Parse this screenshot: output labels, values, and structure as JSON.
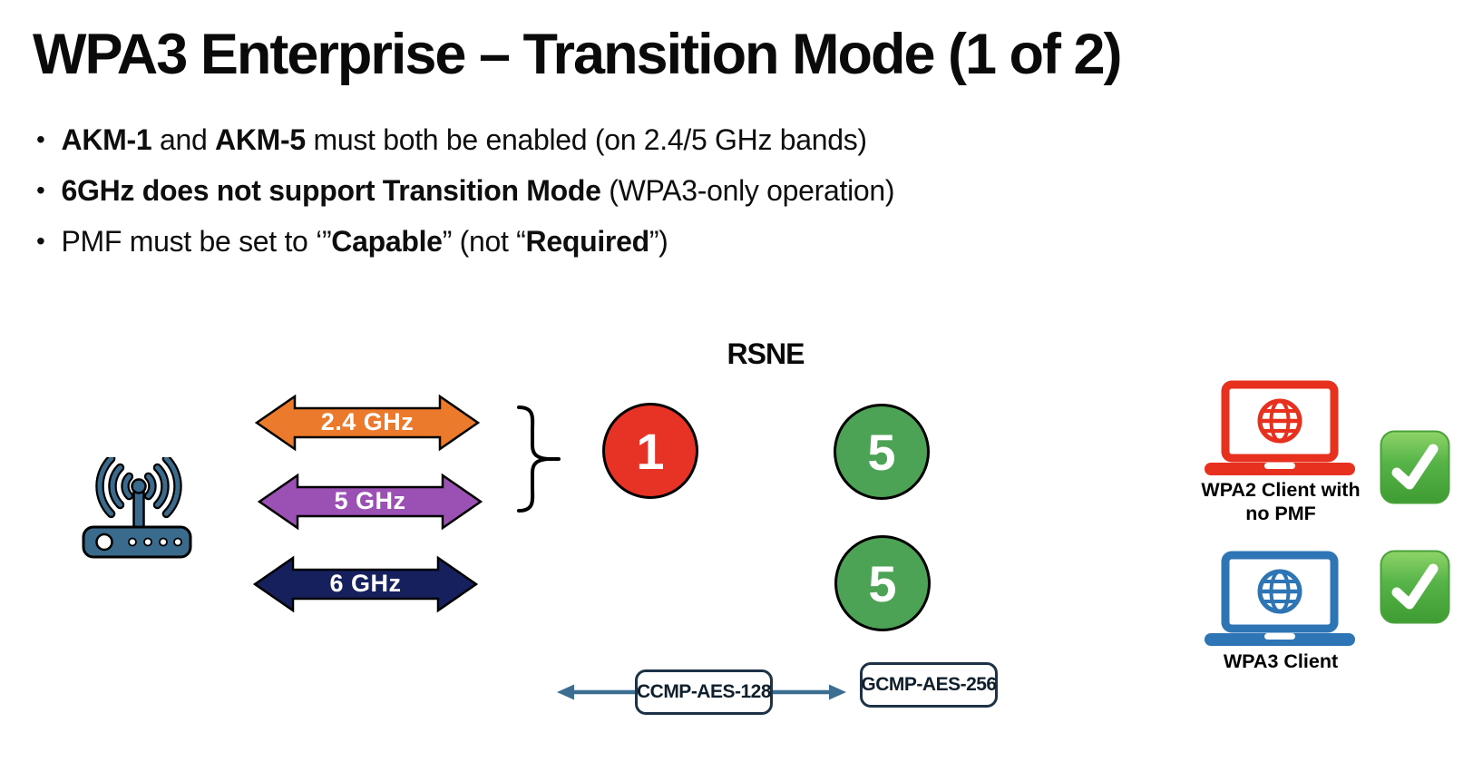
{
  "colors": {
    "steel": "#3A6B8C",
    "arrow_steel": "#3C6E91",
    "red": "#E63325",
    "green": "#4CA356",
    "box_border": "#1D3247",
    "wpa2_client": "#E8301F",
    "wpa3_client": "#2E75B6",
    "check_green": "#47A238"
  },
  "slide": {
    "title": "WPA3 Enterprise – Transition Mode (1 of 2)",
    "bullets": [
      {
        "segments": [
          {
            "t": "AKM-1"
          },
          {
            "t": " and "
          },
          {
            "t": "AKM-5"
          },
          {
            "t": " must both be enabled (on 2.4/5 GHz bands)"
          }
        ]
      },
      {
        "segments": [
          {
            "t": "6GHz does not support Transition Mode"
          },
          {
            "t": " (WPA3-only operation)"
          }
        ]
      },
      {
        "segments": [
          {
            "t": "PMF must be set to ‘”"
          },
          {
            "t": "Capable"
          },
          {
            "t": "” (not “"
          },
          {
            "t": "Required"
          },
          {
            "t": "”)"
          }
        ]
      }
    ]
  },
  "diagram": {
    "rsne_label": "RSNE",
    "bands": [
      {
        "label": "2.4 GHz",
        "color": "#EC7A2D"
      },
      {
        "label": "5 GHz",
        "color": "#9B51B3"
      },
      {
        "label": "6 GHz",
        "color": "#16205C"
      }
    ],
    "rsne": [
      {
        "value": "1",
        "color_name": "red"
      },
      {
        "value": "5",
        "color_name": "green"
      },
      {
        "value": "5",
        "color_name": "green"
      }
    ],
    "ciphers": [
      "CCMP-AES-128",
      "GCMP-AES-256"
    ],
    "clients": [
      {
        "caption": [
          "WPA2 Client with",
          "no PMF"
        ],
        "status_icon": "check"
      },
      {
        "caption": [
          "WPA3 Client"
        ],
        "status_icon": "check"
      }
    ],
    "icons": {
      "access_point": "wifi-router-icon",
      "client": "laptop-globe-icon",
      "status": "green-check-icon"
    }
  }
}
